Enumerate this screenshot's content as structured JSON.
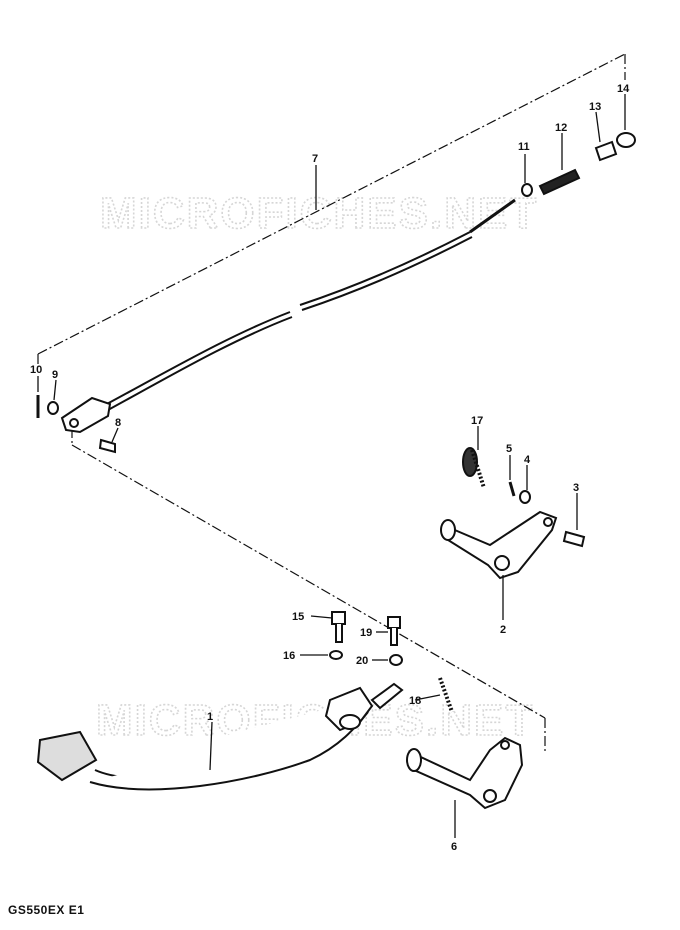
{
  "watermark": "MICROFICHES.NET",
  "model_code": "GS550EX E1",
  "callouts": [
    "1",
    "2",
    "3",
    "4",
    "5",
    "6",
    "7",
    "8",
    "9",
    "10",
    "11",
    "12",
    "13",
    "14",
    "15",
    "16",
    "17",
    "18",
    "19",
    "20"
  ]
}
